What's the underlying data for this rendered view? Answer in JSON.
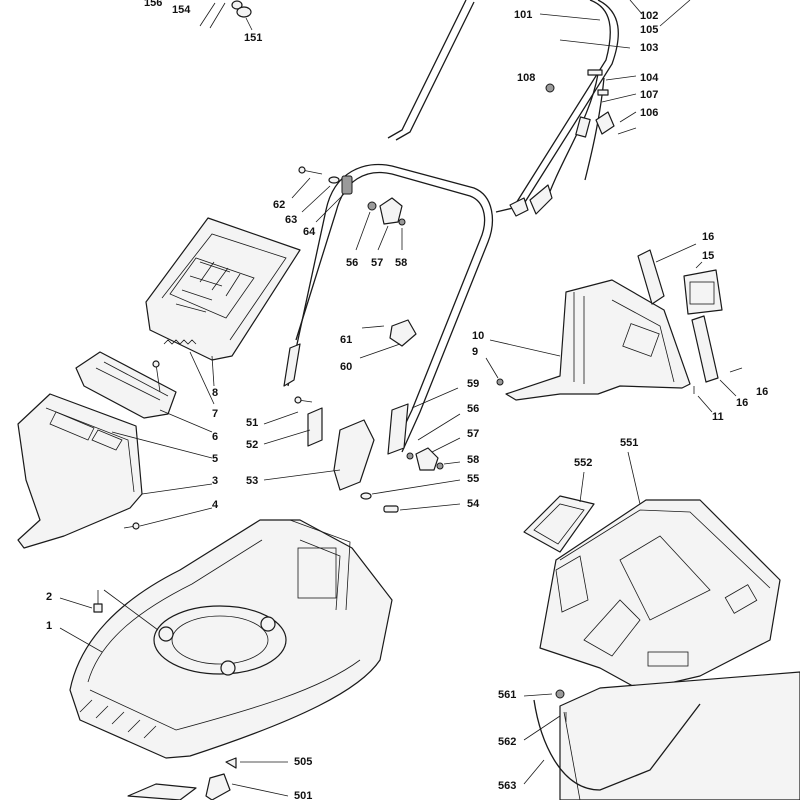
{
  "labels": {
    "l156": "156",
    "l154": "154",
    "l151": "151",
    "l101": "101",
    "l102": "102",
    "l105": "105",
    "l103": "103",
    "l108": "108",
    "l104": "104",
    "l107": "107",
    "l106": "106",
    "l62": "62",
    "l63": "63",
    "l64": "64",
    "l56a": "56",
    "l57a": "57",
    "l58a": "58",
    "l16a": "16",
    "l15": "15",
    "l16b": "16",
    "l16c": "16",
    "l10": "10",
    "l9": "9",
    "l11": "11",
    "l61": "61",
    "l60": "60",
    "l8": "8",
    "l7": "7",
    "l6": "6",
    "l5": "5",
    "l3": "3",
    "l4": "4",
    "l59": "59",
    "l51": "51",
    "l52": "52",
    "l53": "53",
    "l56b": "56",
    "l57b": "57",
    "l58b": "58",
    "l55": "55",
    "l54": "54",
    "l551": "551",
    "l552": "552",
    "l2": "2",
    "l1": "1",
    "l561": "561",
    "l562": "562",
    "l563": "563",
    "l505": "505",
    "l501": "501"
  }
}
